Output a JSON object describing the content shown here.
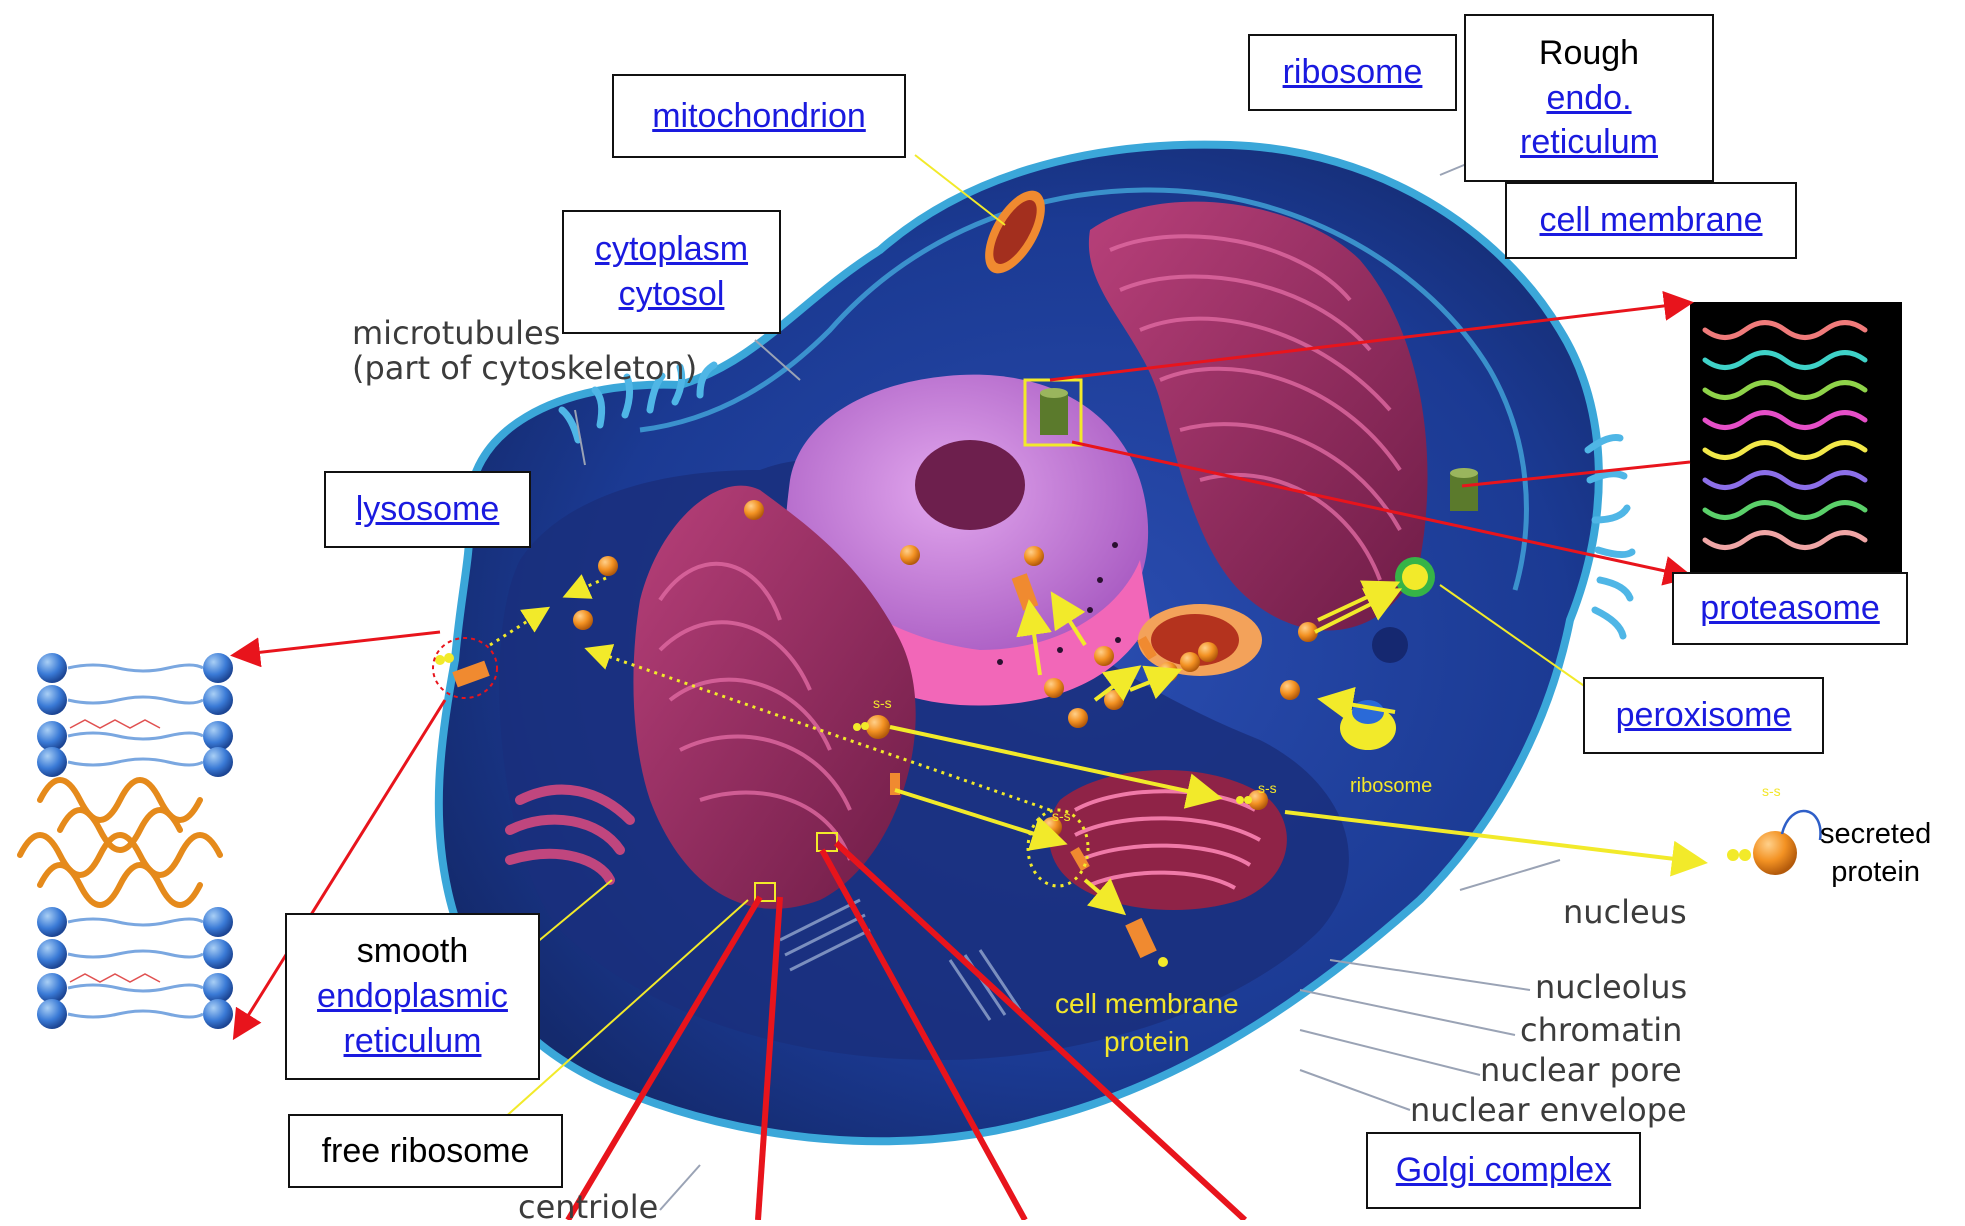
{
  "labels": {
    "mitochondrion": "mitochondrion",
    "ribosome": "ribosome",
    "rough_er_line1": "Rough",
    "rough_er_line2": "endo.",
    "rough_er_line3": "reticulum",
    "cell_membrane": "cell membrane",
    "cytoplasm": "cytoplasm",
    "cytosol": "cytosol",
    "lysosome": "lysosome",
    "proteasome": "proteasome",
    "peroxisome": "peroxisome",
    "smooth_er_line1": "smooth",
    "smooth_er_line2": "endoplasmic",
    "smooth_er_line3": "reticulum",
    "free_ribosome": "free ribosome",
    "golgi_complex": "Golgi complex"
  },
  "base_labels": {
    "microtubules_line1": "microtubules",
    "microtubules_line2": "(part of cytoskeleton)",
    "nucleus": "nucleus",
    "nucleolus": "nucleolus",
    "chromatin": "chromatin",
    "nuclear_pore": "nuclear pore",
    "nuclear_envelope": "nuclear envelope",
    "centriole": "centriole"
  },
  "annotations": {
    "ribosome_small": "ribosome",
    "cell_membrane_protein_line1": "cell membrane",
    "cell_membrane_protein_line2": "protein",
    "secreted_protein_line1": "secreted",
    "secreted_protein_line2": "protein",
    "disulfide": "s-s"
  },
  "colors": {
    "link": "#1a1adf",
    "arrow_red": "#e8141c",
    "arrow_yellow": "#f2ea2a",
    "cytoplasm": "#1b3f9a",
    "nucleus": "#c77fd6",
    "rough_er": "#9d2b5e",
    "orange_protein": "#f39223"
  }
}
